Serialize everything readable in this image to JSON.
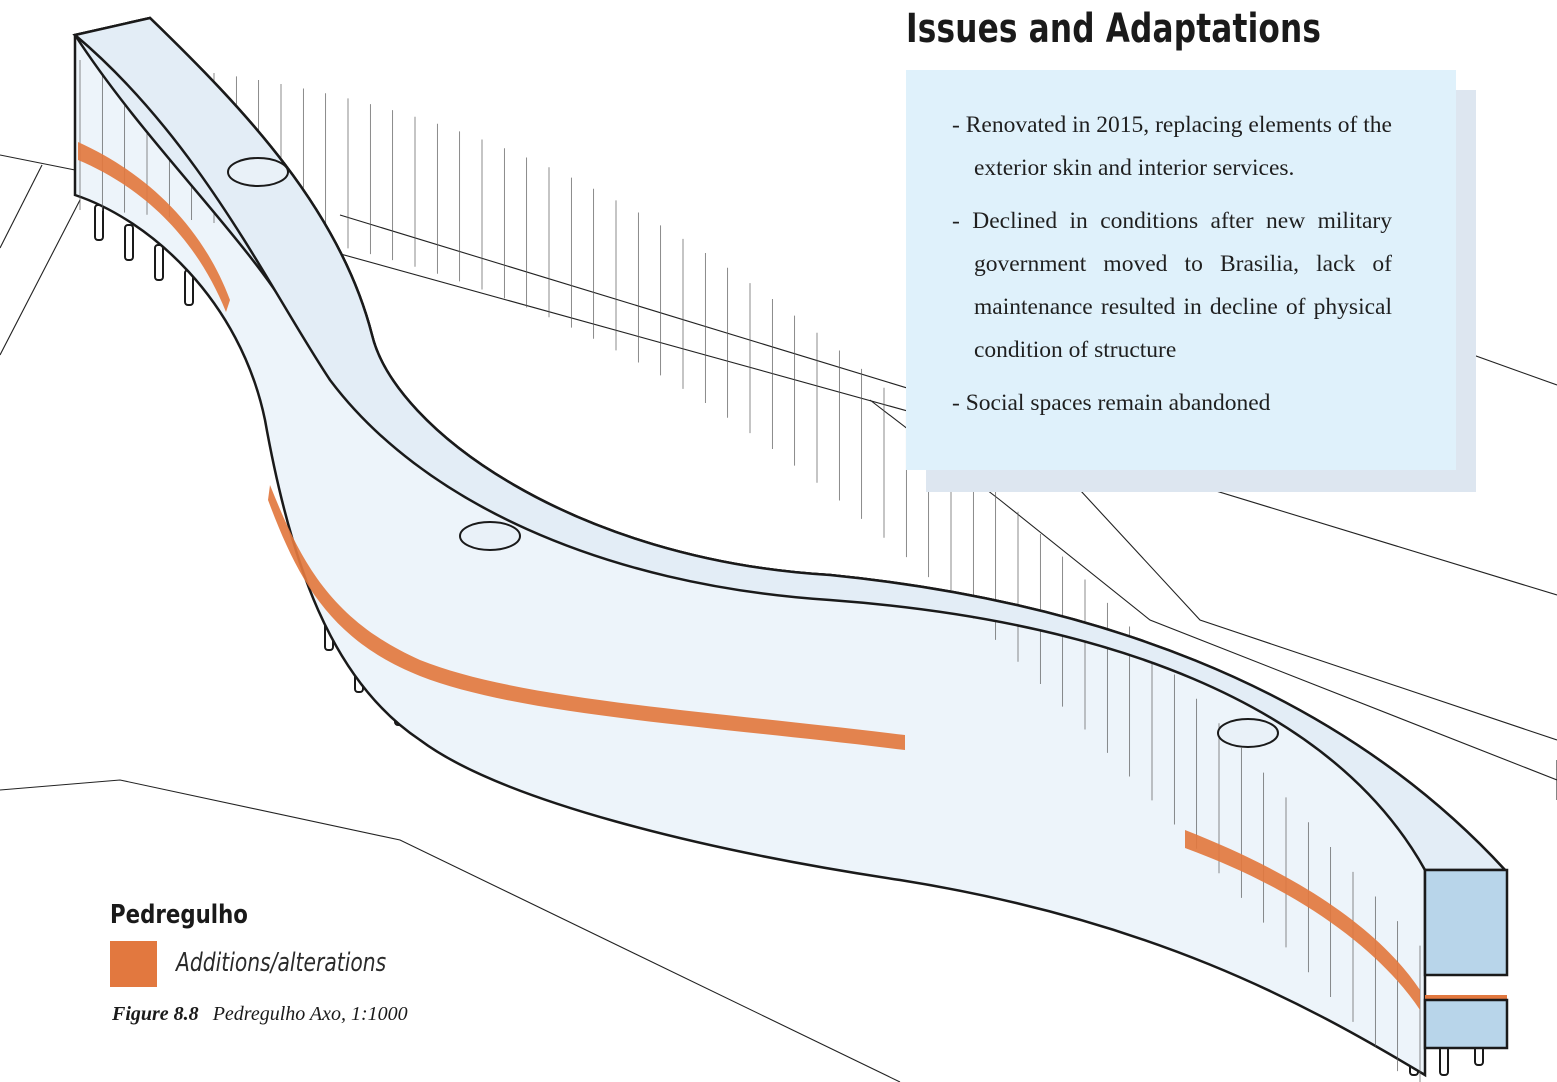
{
  "panel": {
    "title": "Issues and Adaptations",
    "items": [
      "- Renovated in 2015, replacing elements of the exterior skin and interior services.",
      "- Declined in conditions after new military government moved to Brasilia, lack of maintenance resulted in decline of physical condition of structure",
      "- Social spaces remain abandoned"
    ]
  },
  "legend": {
    "title": "Pedregulho",
    "items": [
      {
        "label": "Additions/alterations",
        "color": "#e2783f"
      }
    ]
  },
  "caption": {
    "figure": "Figure 8.8",
    "text": "Pedregulho Axo, 1:1000"
  },
  "colors": {
    "roof": "#e3edf6",
    "facade": "#edf4fa",
    "end_wall": "#b8d5ea",
    "addition": "#e2783f",
    "line": "#1a1a1a",
    "panel_bg": "#dff1fb",
    "panel_shadow": "#dde6f0"
  }
}
